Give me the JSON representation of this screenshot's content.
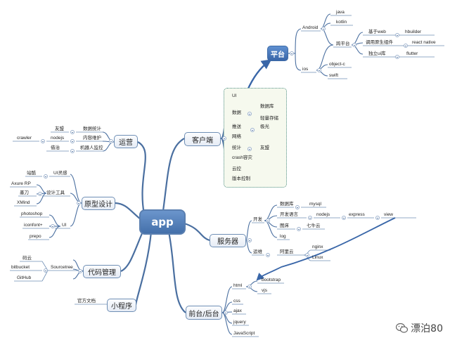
{
  "center": "app",
  "main": {
    "client": "客户端",
    "platform": "平台",
    "ops": "运营",
    "proto": "原型设计",
    "code": "代码管理",
    "mini": "小程序",
    "server": "服务器",
    "fe": "前台/后台"
  },
  "platform_tree": {
    "android": "Android",
    "java": "java",
    "kotlin": "kotlin",
    "cross": "跨平台",
    "web": "基于web",
    "hbuilder": "hbuilder",
    "native": "调用原生组件",
    "rn": "react native",
    "uilib": "独立ui库",
    "flutter": "flutter",
    "ios": "ios",
    "objc": "object-c",
    "swift": "swift"
  },
  "client_tree": {
    "ui": "UI",
    "data": "数据",
    "db": "数据库",
    "storage": "轻量存储",
    "push": "推送",
    "jiguang": "极光",
    "net": "网络",
    "stats": "统计",
    "umeng": "友盟",
    "crash": "crash容灾",
    "cloud": "云控",
    "version": "版本控制"
  },
  "ops_tree": {
    "umeng": "友盟",
    "datastats": "数据统计",
    "crawler": "crawler",
    "nodejs": "nodejs",
    "content": "内容维护",
    "jiezhi": "借治",
    "robot": "机器人监控"
  },
  "proto_tree": {
    "zhanku": "站酷",
    "uiinspire": "UI灵感",
    "axure": "Axure RP",
    "modao": "墨刀",
    "tools": "设计工具",
    "xmind": "XMind",
    "photoshop": "photoshop",
    "iconfont": "iconfont+",
    "ui": "UI",
    "prepo": "prepo"
  },
  "code_tree": {
    "mayun": "码云",
    "bitbucket": "bitbucket",
    "sourcetree": "Sourcetree",
    "github": "GitHub"
  },
  "mini_tree": {
    "doc": "官方文档"
  },
  "server_tree": {
    "dev": "开发",
    "db": "数据库",
    "mysql": "mysql",
    "lang": "开发语言",
    "nodejs": "nodejs",
    "express": "express",
    "view": "view",
    "img": "图床",
    "qiniu": "七牛云",
    "log": "log",
    "ops": "运维",
    "aliyun": "阿里云",
    "nginx": "nginx",
    "linux": "Linux"
  },
  "fe_tree": {
    "html": "html",
    "bootstrap": "bootstrap",
    "vuejs": "vjs",
    "css": "css",
    "ajax": "ajax",
    "jquery": "jquery",
    "javascript": "JavaScript"
  },
  "watermark": "漂泊80",
  "colors": {
    "line": "#4a6fa0",
    "leafline": "#6f8fb5",
    "accent": "#3966a8",
    "dashed": "#4f8f85"
  }
}
